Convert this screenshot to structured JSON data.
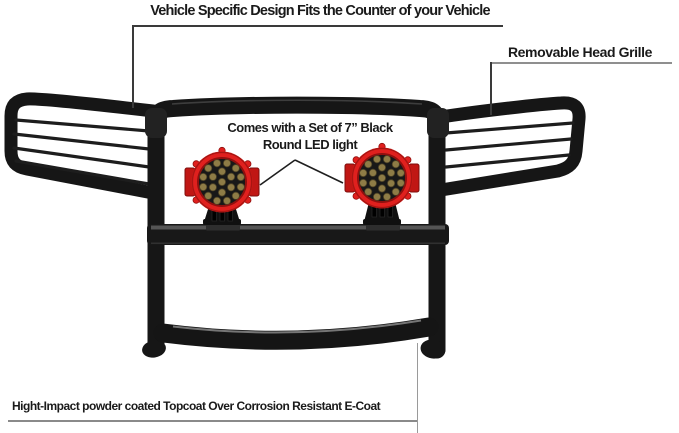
{
  "diagram": {
    "title_annotation": "Vehicle Specific Design Fits the Counter of your Vehicle",
    "right_annotation": "Removable Head Grille",
    "center_annotation_line1": "Comes with a Set of 7” Black",
    "center_annotation_line2": "Round LED light",
    "bottom_annotation": "Hight-Impact powder coated Topcoat Over Corrosion Resistant E-Coat"
  },
  "product": {
    "type": "vehicle grille guard with headlight grilles",
    "led_light_count": 2,
    "leds_per_light": 19
  },
  "colors": {
    "background": "#ffffff",
    "text": "#1a1a1a",
    "guard-black": "#161616",
    "bezel-red": "#e0201e",
    "bezel-red-dark": "#a81512",
    "led-amber": "#8e7c46",
    "led-face": "#181818",
    "leader-line": "#3a3a3a",
    "leader-line-light": "#9a9a9a"
  }
}
